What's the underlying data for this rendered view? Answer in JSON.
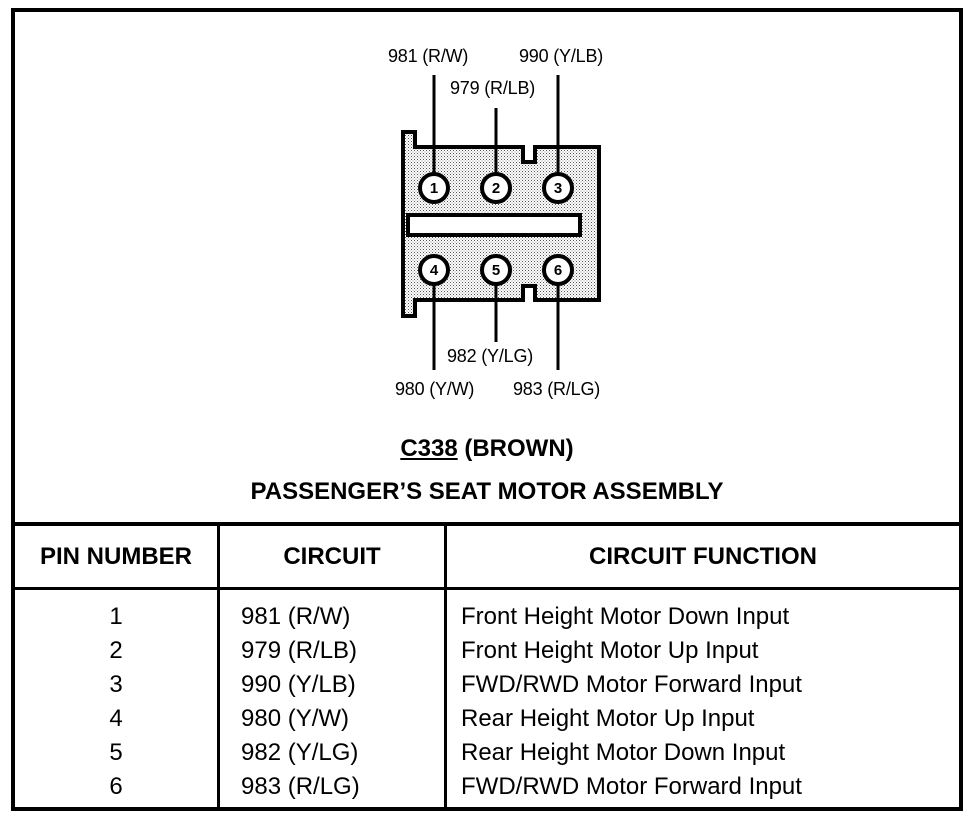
{
  "diagram": {
    "pins": [
      "1",
      "2",
      "3",
      "4",
      "5",
      "6"
    ],
    "wire_labels": {
      "p1": "981 (R/W)",
      "p2": "979 (R/LB)",
      "p3": "990 (Y/LB)",
      "p4": "980 (Y/W)",
      "p5": "982 (Y/LG)",
      "p6": "983 (R/LG)"
    },
    "connector_id": "C338",
    "connector_color": "(BROWN)",
    "assembly": "PASSENGER’S SEAT MOTOR ASSEMBLY"
  },
  "table": {
    "headers": [
      "PIN NUMBER",
      "CIRCUIT",
      "CIRCUIT FUNCTION"
    ],
    "rows": [
      {
        "pin": "1",
        "circuit": "981 (R/W)",
        "function": "Front Height Motor Down Input"
      },
      {
        "pin": "2",
        "circuit": "979 (R/LB)",
        "function": "Front Height Motor Up Input"
      },
      {
        "pin": "3",
        "circuit": "990 (Y/LB)",
        "function": "FWD/RWD Motor Forward Input"
      },
      {
        "pin": "4",
        "circuit": "980 (Y/W)",
        "function": "Rear Height Motor Up Input"
      },
      {
        "pin": "5",
        "circuit": "982 (Y/LG)",
        "function": "Rear Height Motor Down Input"
      },
      {
        "pin": "6",
        "circuit": "983 (R/LG)",
        "function": "FWD/RWD Motor Forward Input"
      }
    ]
  }
}
